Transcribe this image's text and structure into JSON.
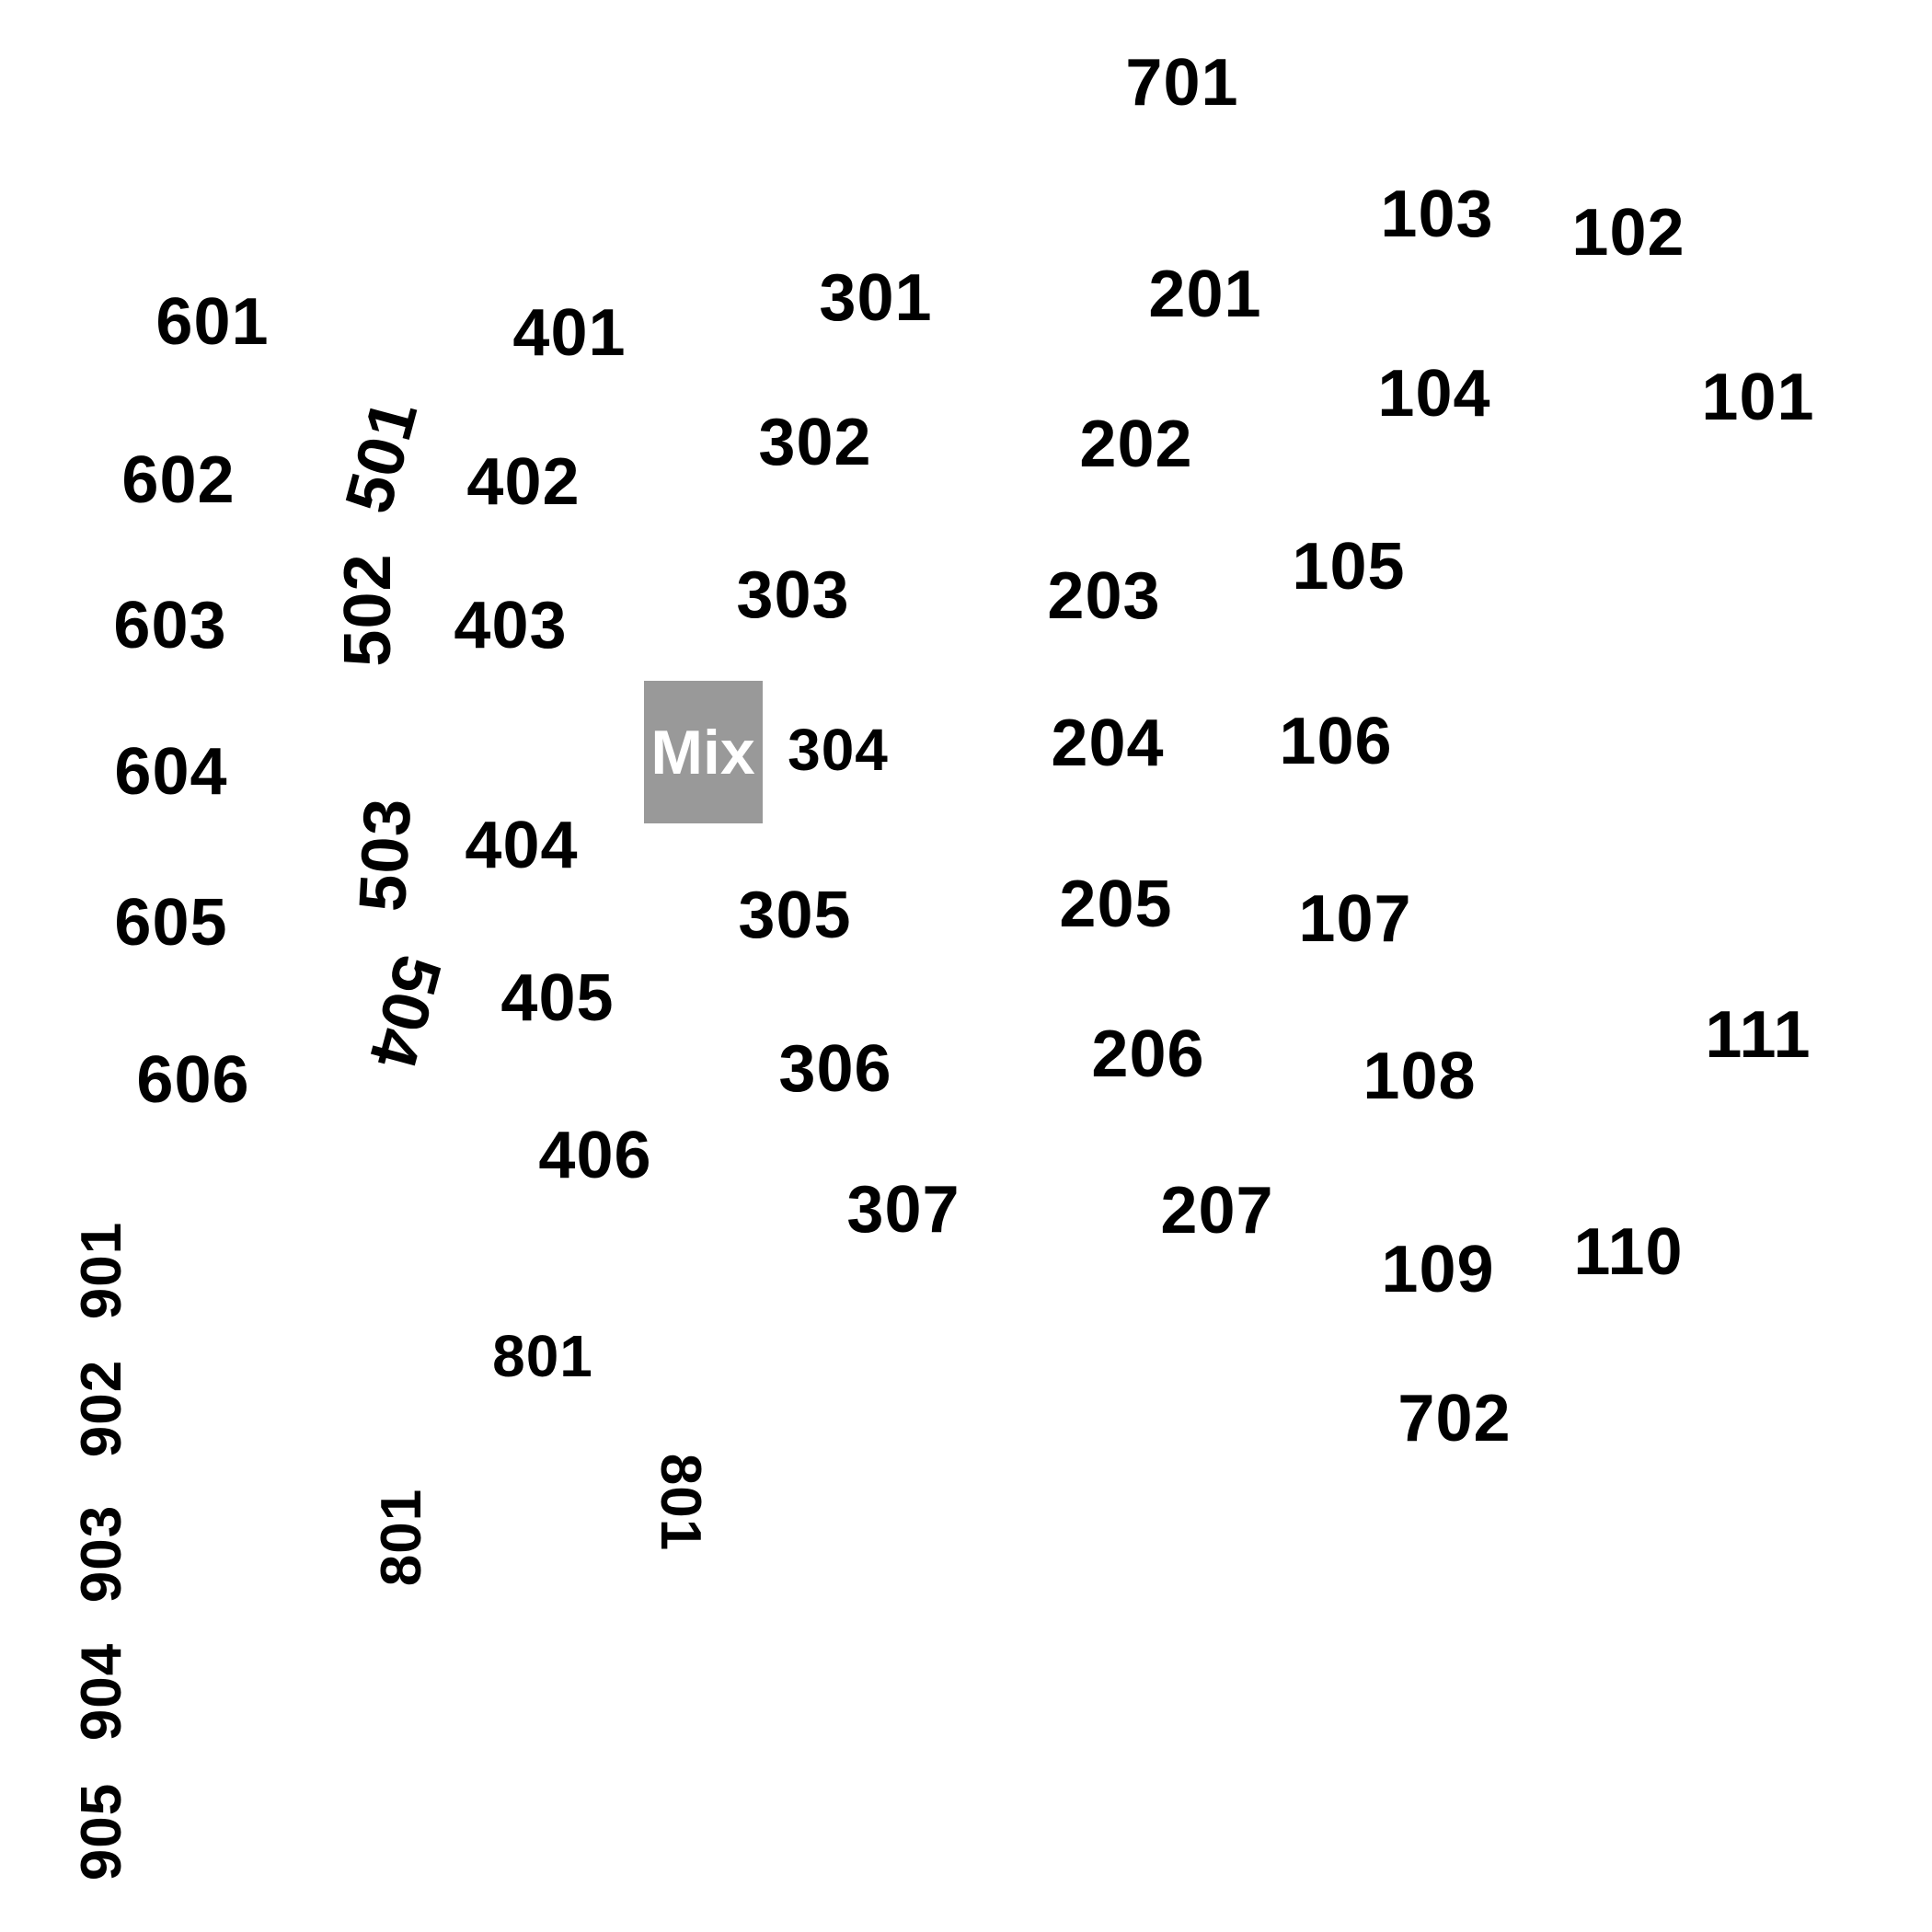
{
  "mix": {
    "label": "Mix",
    "color": "#999999"
  },
  "labels": {
    "l701": "701",
    "l702": "702",
    "l101": "101",
    "l102": "102",
    "l103": "103",
    "l104": "104",
    "l105": "105",
    "l106": "106",
    "l107": "107",
    "l108": "108",
    "l109": "109",
    "l110": "110",
    "l111": "111",
    "l201": "201",
    "l202": "202",
    "l203": "203",
    "l204": "204",
    "l205": "205",
    "l206": "206",
    "l207": "207",
    "l301": "301",
    "l302": "302",
    "l303": "303",
    "l304": "304",
    "l305": "305",
    "l306": "306",
    "l307": "307",
    "l401": "401",
    "l402": "402",
    "l403": "403",
    "l404": "404",
    "l405": "405",
    "l406": "406",
    "l501": "501",
    "l502": "502",
    "l503": "503",
    "l504": "504",
    "l601": "601",
    "l602": "602",
    "l603": "603",
    "l604": "604",
    "l605": "605",
    "l606": "606",
    "l801a": "801",
    "l801b": "801",
    "l801c": "801",
    "l901": "901",
    "l902": "902",
    "l903": "903",
    "l904": "904",
    "l905": "905"
  }
}
